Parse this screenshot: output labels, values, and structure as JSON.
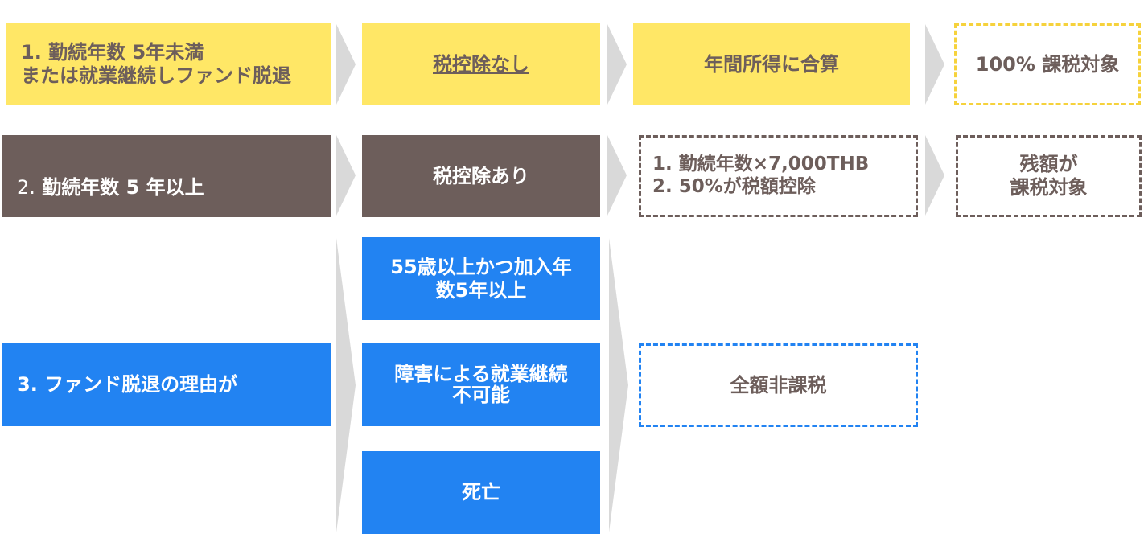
{
  "colors": {
    "yellow": "#FFE766",
    "brown": "#6D5E5B",
    "blue": "#2283F2",
    "arrow": "#D9D9D9"
  },
  "row1": {
    "condition": "1. 勤続年数 5年未満\nまたは就業継続しファンド脱退",
    "deduction": "税控除なし",
    "treatment": "年間所得に合算",
    "result": "100% 課税対象"
  },
  "row2": {
    "condition_number": "2.",
    "condition": " 勤続年数 5 年以上",
    "deduction": "税控除あり",
    "treatment": "1. 勤続年数×7,000THB\n2. 50%が税額控除",
    "result": "残額が\n課税対象"
  },
  "row3": {
    "condition": "3. ファンド脱退の理由が",
    "reasons": [
      "55歳以上かつ加入年\n数5年以上",
      "障害による就業継続\n不可能",
      "死亡"
    ],
    "result": "全額非課税"
  }
}
